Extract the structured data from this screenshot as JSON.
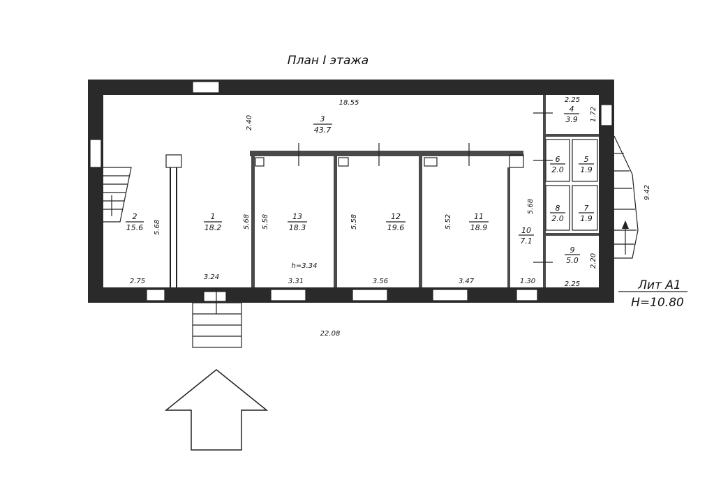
{
  "title": "План I этажа",
  "lit": {
    "line1": "Лит А1",
    "line2": "Н=10.80"
  },
  "ceiling_height": "h=3.34",
  "rooms": [
    {
      "num": "1",
      "area": "18.2"
    },
    {
      "num": "2",
      "area": "15.6"
    },
    {
      "num": "3",
      "area": "43.7"
    },
    {
      "num": "4",
      "area": "3.9"
    },
    {
      "num": "5",
      "area": "1.9"
    },
    {
      "num": "6",
      "area": "2.0"
    },
    {
      "num": "7",
      "area": "1.9"
    },
    {
      "num": "8",
      "area": "2.0"
    },
    {
      "num": "9",
      "area": "5.0"
    },
    {
      "num": "10",
      "area": "7.1"
    },
    {
      "num": "11",
      "area": "18.9"
    },
    {
      "num": "12",
      "area": "19.6"
    },
    {
      "num": "13",
      "area": "18.3"
    }
  ],
  "dims": {
    "top_total": "18.55",
    "bottom_total": "22.08",
    "room3_height": "2.40",
    "room2_width": "2.75",
    "room1_width": "3.24",
    "room13_width": "3.31",
    "room12_width": "3.56",
    "room11_width": "3.47",
    "room10_width": "1.30",
    "room9_width": "2.25",
    "room4_width": "2.25",
    "room4_height": "1.72",
    "room9_height": "2.20",
    "side_height": "9.42",
    "h_568_a": "5.68",
    "h_568_b": "5.68",
    "h_558_a": "5.58",
    "h_558_b": "5.58",
    "h_552": "5.52",
    "h_568_c": "5.68"
  }
}
